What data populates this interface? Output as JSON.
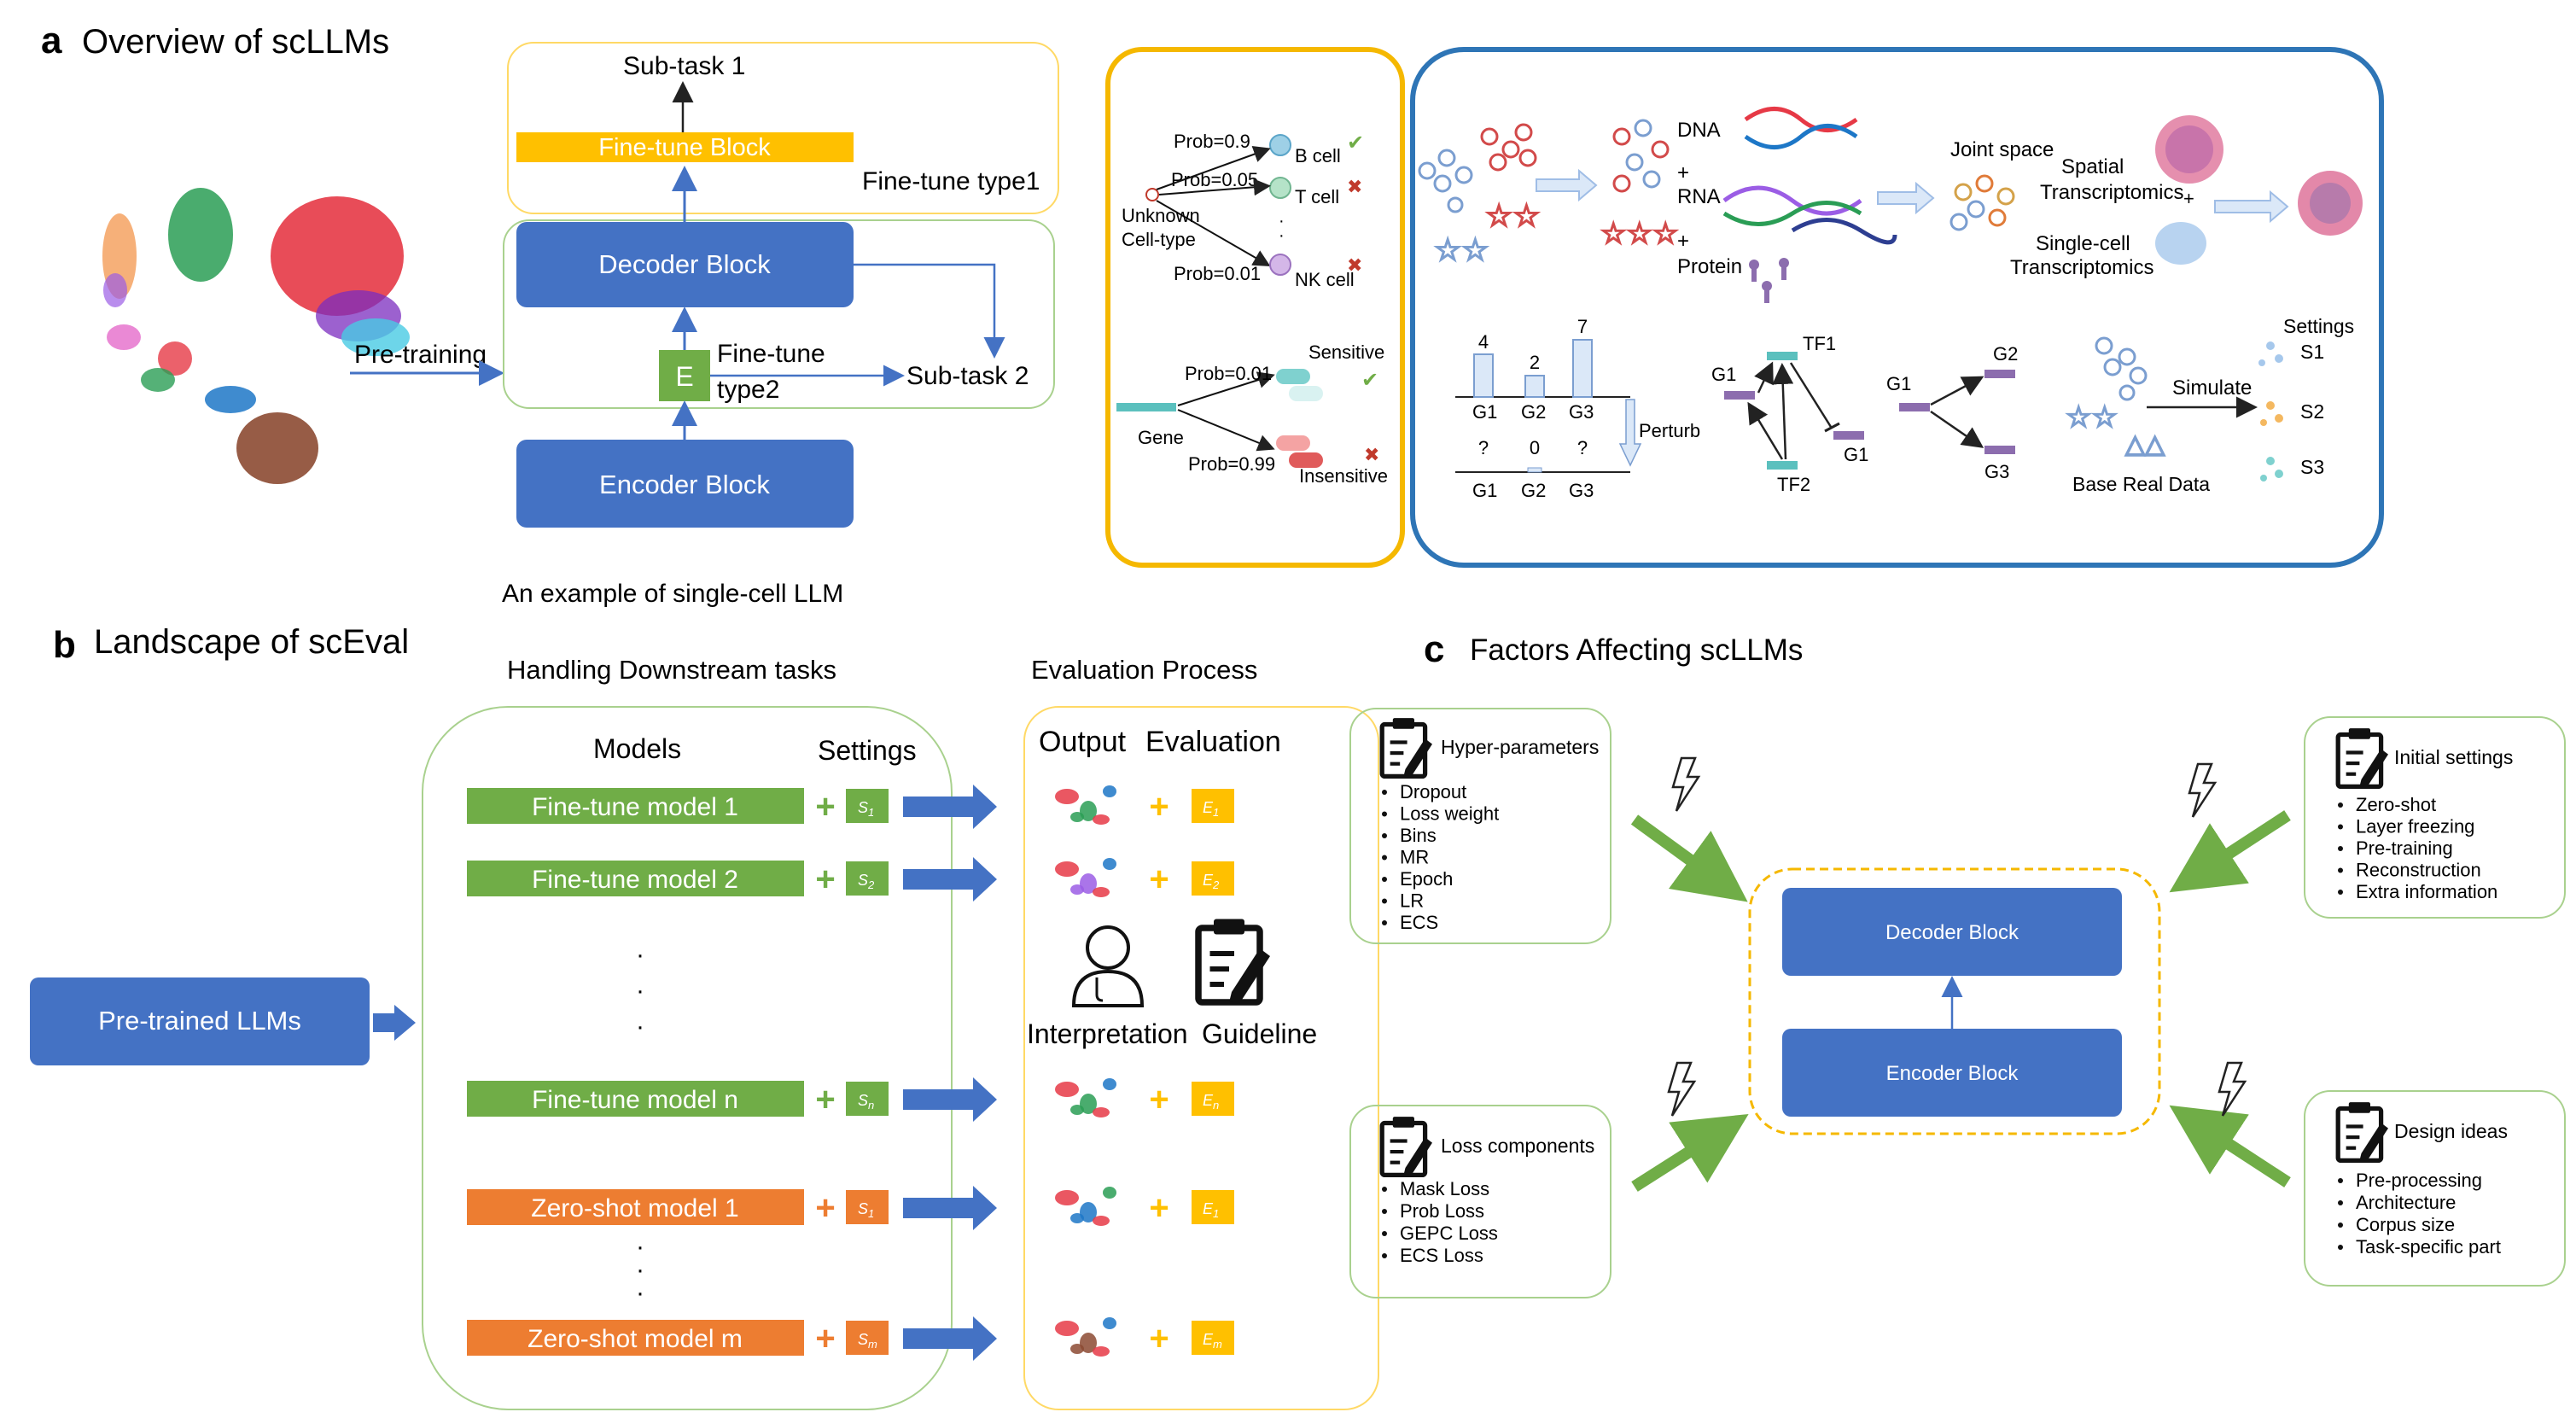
{
  "panel_a": {
    "letter": "a",
    "title": "Overview of scLLMs",
    "subtask1": "Sub-task 1",
    "finetune_block": "Fine-tune Block",
    "finetune_type1": "Fine-tune type1",
    "decoder_block": "Decoder Block",
    "pretraining": "Pre-training",
    "e_label": "E",
    "finetune_type2_l1": "Fine-tune",
    "finetune_type2_l2": "type2",
    "subtask2": "Sub-task 2",
    "encoder_block": "Encoder Block",
    "caption": "An example of single-cell LLM",
    "celltype": {
      "prob1": "Prob=0.9",
      "bcell": "B cell",
      "prob2": "Prob=0.05",
      "tcell": "T cell",
      "unknown_l1": "Unknown",
      "unknown_l2": "Cell-type",
      "prob3": "Prob=0.01",
      "nkcell": "NK cell"
    },
    "drug": {
      "prob1": "Prob=0.01",
      "sensitive": "Sensitive",
      "gene": "Gene",
      "prob2": "Prob=0.99",
      "insensitive": "Insensitive"
    },
    "multi": {
      "dna": "DNA",
      "plus1": "+",
      "rna": "RNA",
      "plus2": "+",
      "protein": "Protein",
      "joint": "Joint space",
      "spatial_l1": "Spatial",
      "spatial_l2": "Transcriptomics",
      "plus3": "+",
      "sc_l1": "Single-cell",
      "sc_l2": "Transcriptomics"
    },
    "perturb": {
      "v1": "4",
      "v2": "2",
      "v3": "7",
      "g1": "G1",
      "g2": "G2",
      "g3": "G3",
      "q1": "?",
      "q2": "0",
      "q3": "?",
      "g1b": "G1",
      "g2b": "G2",
      "g3b": "G3",
      "label": "Perturb"
    },
    "grn": {
      "tf1": "TF1",
      "g1a": "G1",
      "g1b": "G1",
      "tf2": "TF2",
      "g2": "G2",
      "g1c": "G1",
      "g3": "G3"
    },
    "sim": {
      "settings": "Settings",
      "s1": "S1",
      "simulate": "Simulate",
      "s2": "S2",
      "s3": "S3",
      "base": "Base Real Data"
    }
  },
  "panel_b": {
    "letter": "b",
    "title": "Landscape of scEval",
    "handling": "Handling Downstream tasks",
    "eval_process": "Evaluation Process",
    "models_header": "Models",
    "settings_header": "Settings",
    "output_header": "Output",
    "evaluation_header": "Evaluation",
    "pretrained": "Pre-trained LLMs",
    "rows": [
      {
        "label": "Fine-tune model 1",
        "s": "S",
        "s_sub": "1",
        "e": "E",
        "e_sub": "1"
      },
      {
        "label": "Fine-tune model 2",
        "s": "S",
        "s_sub": "2",
        "e": "E",
        "e_sub": "2"
      },
      {
        "label": "Fine-tune model n",
        "s": "S",
        "s_sub": "n",
        "e": "E",
        "e_sub": "n"
      },
      {
        "label": "Zero-shot model 1",
        "s": "S",
        "s_sub": "1",
        "e": "E",
        "e_sub": "1"
      },
      {
        "label": "Zero-shot model m",
        "s": "S",
        "s_sub": "m",
        "e": "E",
        "e_sub": "m"
      }
    ],
    "interpretation": "Interpretation",
    "guideline": "Guideline"
  },
  "panel_c": {
    "letter": "c",
    "title": "Factors Affecting scLLMs",
    "decoder": "Decoder Block",
    "encoder": "Encoder Block",
    "hyper": {
      "title": "Hyper-parameters",
      "items": [
        "Dropout",
        "Loss weight",
        "Bins",
        "MR",
        "Epoch",
        "LR",
        "ECS"
      ]
    },
    "loss": {
      "title": "Loss components",
      "items": [
        "Mask Loss",
        "Prob Loss",
        "GEPC Loss",
        "ECS Loss"
      ]
    },
    "initial": {
      "title": "Initial settings",
      "items": [
        "Zero-shot",
        "Layer freezing",
        "Pre-training",
        "Reconstruction",
        "Extra information"
      ]
    },
    "design": {
      "title": "Design ideas",
      "items": [
        "Pre-processing",
        "Architecture",
        "Corpus size",
        "Task-specific part"
      ]
    }
  },
  "colors": {
    "blue_block": "#4472c4",
    "yellow_block": "#ffc000",
    "green_block": "#70ad47",
    "orange_block": "#ed7d31",
    "dark_blue_border": "#2e75b6",
    "gold_border": "#f5b800",
    "green_arrow": "#70ad47"
  }
}
